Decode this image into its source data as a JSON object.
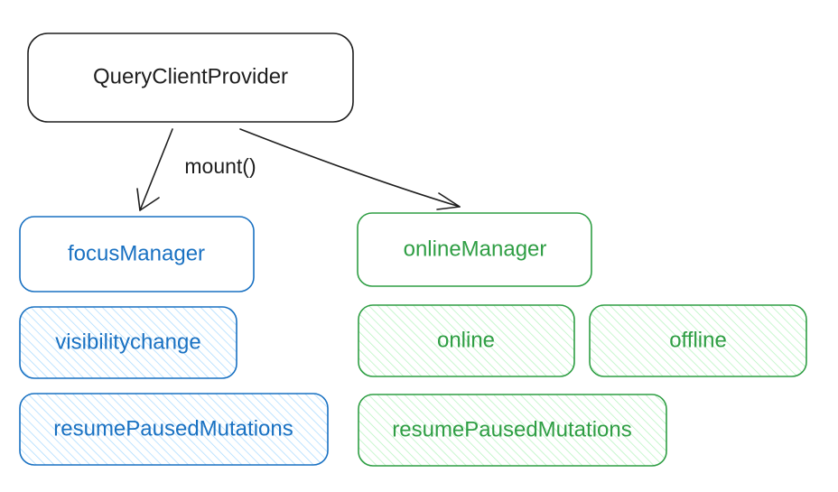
{
  "colors": {
    "stroke_dark": "#1e1e1e",
    "blue": "#1971c2",
    "blue_fill": "#a5d8ff",
    "green": "#2f9e44",
    "green_fill": "#b2f2bb"
  },
  "nodes": {
    "provider": {
      "label": "QueryClientProvider"
    },
    "focus_manager": {
      "label": "focusManager"
    },
    "visibility_change": {
      "label": "visibilitychange"
    },
    "focus_resume": {
      "label": "resumePausedMutations"
    },
    "online_manager": {
      "label": "onlineManager"
    },
    "online": {
      "label": "online"
    },
    "offline": {
      "label": "offline"
    },
    "online_resume": {
      "label": "resumePausedMutations"
    }
  },
  "edges": {
    "to_focus_label": "mount()"
  }
}
